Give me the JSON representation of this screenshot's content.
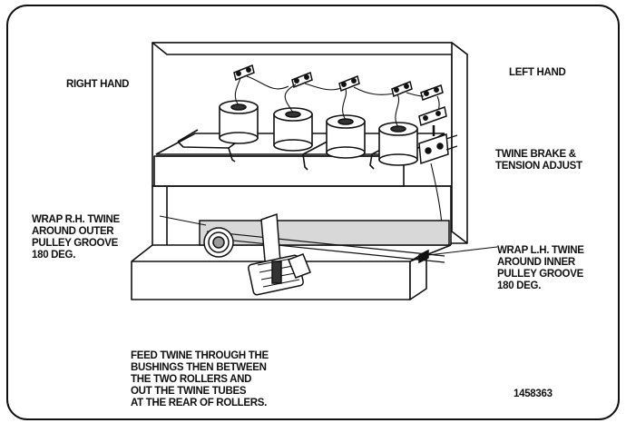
{
  "labels": {
    "right_hand": "RIGHT HAND",
    "left_hand": "LEFT HAND",
    "twine_brake": [
      "TWINE BRAKE &",
      "TENSION ADJUST"
    ],
    "wrap_rh": [
      "WRAP R.H. TWINE",
      "AROUND OUTER",
      "PULLEY GROOVE",
      "180 DEG."
    ],
    "wrap_lh": [
      "WRAP L.H. TWINE",
      "AROUND INNER",
      "PULLEY GROOVE",
      "180 DEG."
    ],
    "feed": [
      "FEED TWINE THROUGH THE",
      "BUSHINGS THEN BETWEEN",
      "THE TWO ROLLERS AND",
      "OUT THE TWINE  TUBES",
      "AT THE REAR OF ROLLERS."
    ],
    "part_number": "1458363"
  },
  "colors": {
    "ink": "#111111",
    "background": "#ffffff",
    "shade": "#9a9a9a"
  }
}
